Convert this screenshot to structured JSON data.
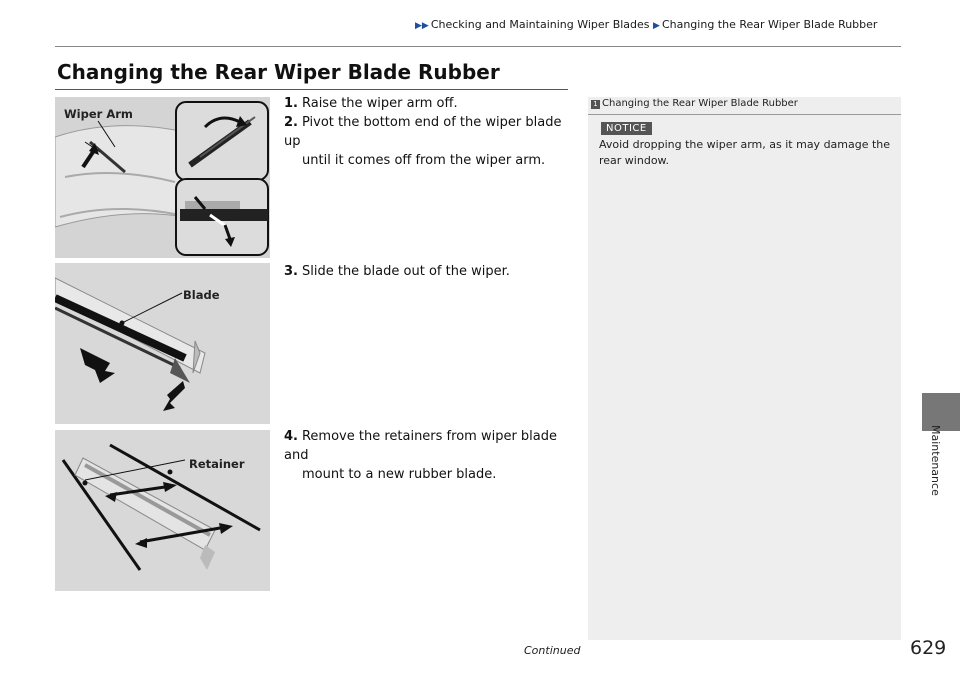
{
  "breadcrumb": {
    "item1": "Checking and Maintaining Wiper Blades",
    "item2": "Changing the Rear Wiper Blade Rubber"
  },
  "title": "Changing the Rear Wiper Blade Rubber",
  "steps": [
    {
      "num": "1.",
      "text": "Raise the wiper arm off."
    },
    {
      "num": "2.",
      "text_line1": "Pivot the bottom end of the wiper blade up",
      "text_line2": "until it comes off from the wiper arm."
    },
    {
      "num": "3.",
      "text": "Slide the blade out of the wiper."
    },
    {
      "num": "4.",
      "text_line1": "Remove the retainers from wiper blade and",
      "text_line2": "mount to a new rubber blade."
    }
  ],
  "figures": {
    "fig1_label": "Wiper Arm",
    "fig2_label": "Blade",
    "fig3_label": "Retainer"
  },
  "sidebox": {
    "heading_number": "1",
    "heading": "Changing the Rear Wiper Blade Rubber",
    "notice_label": "NOTICE",
    "notice_line1": "Avoid dropping the wiper arm, as it may damage the",
    "notice_line2": "rear window."
  },
  "section_tab": "Maintenance",
  "footer": {
    "continued": "Continued",
    "page_number": "629"
  }
}
